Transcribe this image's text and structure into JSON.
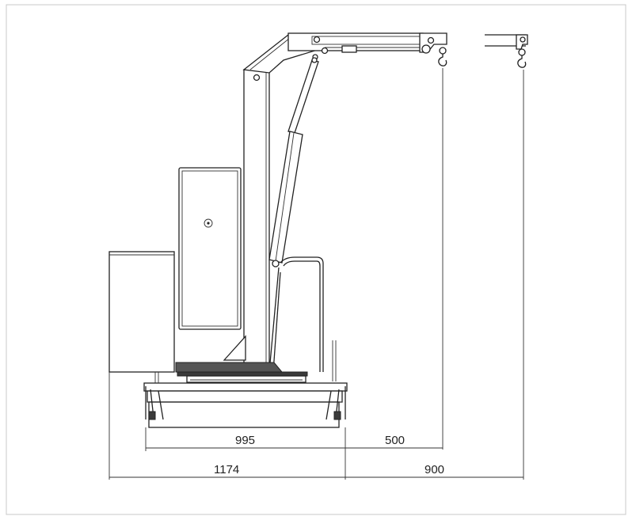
{
  "drawing": {
    "dimensions": {
      "base_width": "995",
      "reach_short": "500",
      "overall_length": "1174",
      "reach_long": "900"
    }
  }
}
